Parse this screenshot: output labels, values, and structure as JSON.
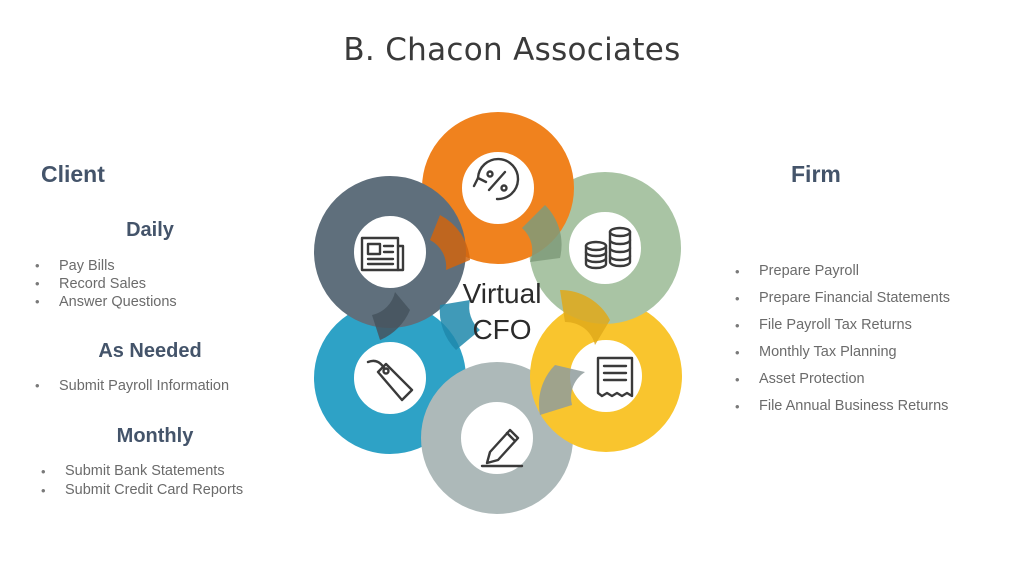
{
  "title": "B. Chacon Associates",
  "client": {
    "heading": "Client",
    "daily": {
      "heading": "Daily",
      "items": [
        "Pay Bills",
        "Record Sales",
        "Answer Questions"
      ]
    },
    "as_needed": {
      "heading": "As Needed",
      "items": [
        "Submit Payroll Information"
      ]
    },
    "monthly": {
      "heading": "Monthly",
      "items": [
        "Submit Bank Statements",
        "Submit Credit Card Reports"
      ]
    }
  },
  "firm": {
    "heading": "Firm",
    "items": [
      "Prepare Payroll",
      "Prepare Financial Statements",
      "File Payroll Tax Returns",
      "Monthly Tax Planning",
      "Asset Protection",
      "File Annual Business Returns"
    ]
  },
  "center": {
    "line1": "Virtual",
    "line2": "CFO"
  },
  "colors": {
    "orange": "#f0821e",
    "green": "#a9c4a4",
    "yellow": "#f9c52e",
    "gray": "#adb9b9",
    "blue": "#2ea2c6",
    "slate": "#5f6f7c",
    "heading": "#44546a"
  },
  "icons": [
    "percent-cycle-icon",
    "coins-icon",
    "receipt-icon",
    "pen-icon",
    "price-tag-icon",
    "newspaper-icon"
  ]
}
